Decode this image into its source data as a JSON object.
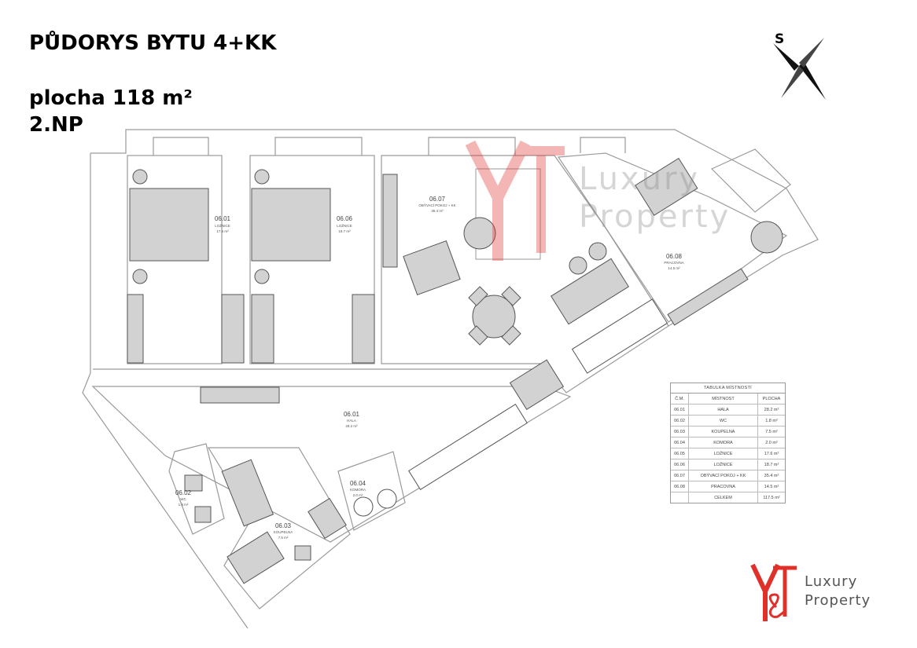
{
  "heading": {
    "title": "PŮDORYS BYTU 4+KK",
    "area": "plocha 118 m²",
    "floor": "2.NP"
  },
  "compass": {
    "label": "S"
  },
  "rooms": [
    {
      "id": "06.01",
      "name": "HALA",
      "area": "28.2 m²"
    },
    {
      "id": "06.02",
      "name": "WC",
      "area": "1.8 m²"
    },
    {
      "id": "06.03",
      "name": "KOUPELNA",
      "area": "7.5 m²"
    },
    {
      "id": "06.04",
      "name": "KOMORA",
      "area": "2.0 m²"
    },
    {
      "id": "06.05",
      "name": "LOŽNICE",
      "area": "17.6 m²"
    },
    {
      "id": "06.06",
      "name": "LOŽNICE",
      "area": "18.7 m²"
    },
    {
      "id": "06.07",
      "name": "OBÝVACÍ POKOJ + KK",
      "area": "35.4 m²"
    },
    {
      "id": "06.08",
      "name": "PRACOVNA",
      "area": "14.5 m²"
    }
  ],
  "table": {
    "caption": "TABULKA MÍSTNOSTÍ",
    "headers": [
      "Č.M.",
      "MÍSTNOST",
      "PLOCHA"
    ],
    "rows": [
      [
        "06.01",
        "HALA",
        "28.2 m²"
      ],
      [
        "06.02",
        "WC",
        "1.8 m²"
      ],
      [
        "06.03",
        "KOUPELNA",
        "7.5 m²"
      ],
      [
        "06.04",
        "KOMORA",
        "2.0 m²"
      ],
      [
        "06.05",
        "LOŽNICE",
        "17.6 m²"
      ],
      [
        "06.06",
        "LOŽNICE",
        "18.7 m²"
      ],
      [
        "06.07",
        "OBÝVACÍ POKOJ + KK",
        "35.4 m²"
      ],
      [
        "06.08",
        "PRACOVNA",
        "14.5 m²"
      ]
    ],
    "total_label": "CELKEM",
    "total_area": "117.5 m²"
  },
  "logo": {
    "line1": "Luxury",
    "line2": "Property",
    "accent_color": "#e0302a"
  },
  "colors": {
    "wall": "#9a9a9a",
    "furniture_fill": "#d2d2d2",
    "furniture_stroke": "#555555",
    "accent": "#e0302a"
  }
}
